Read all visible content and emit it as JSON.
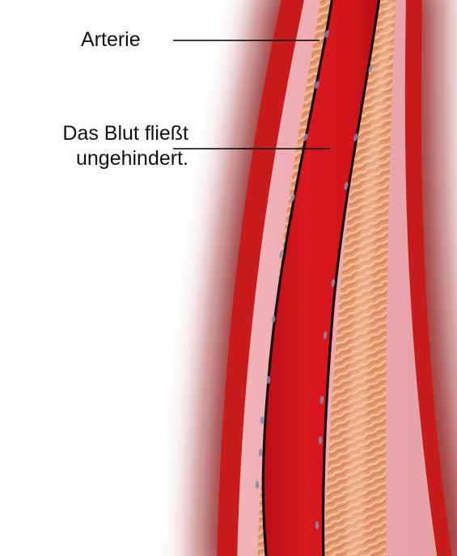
{
  "labels": {
    "artery": "Arterie",
    "blood_flow_line1": "Das Blut fließt",
    "blood_flow_line2": "ungehindert."
  },
  "colors": {
    "blood": "#d2151c",
    "vessel_wall_pink": "#ecaab0",
    "vessel_wall_tissue": "#e89a6e",
    "outer_glow": "#8a0e0c",
    "endothelium_line": "#1a0606",
    "leader_line": "#000000",
    "text": "#111111"
  },
  "icons": {
    "illustration": "artery-cross-section-illustration",
    "leader": "leader-line"
  }
}
